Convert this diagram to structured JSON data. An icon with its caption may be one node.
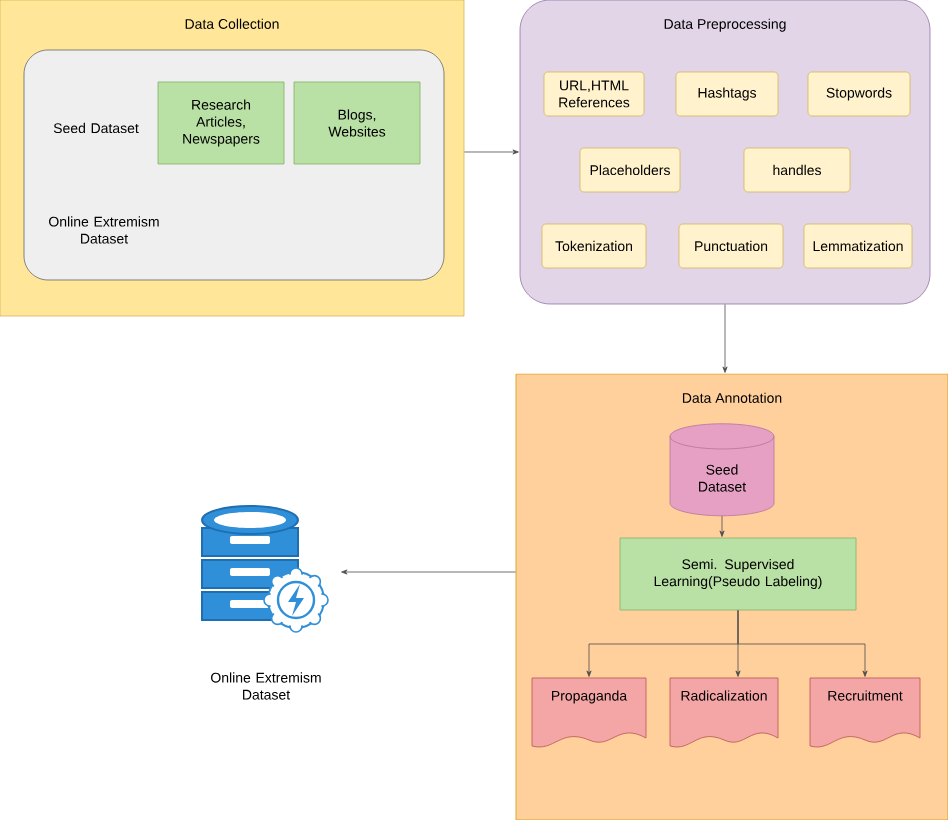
{
  "diagram": {
    "nodes": [
      {
        "text": [
          "Data Collection"
        ]
      },
      {
        "text": [
          "Seed Dataset",
          "Online Extremism Dataset"
        ],
        "in": 0
      },
      {
        "text": [
          "Research Articles, Newspapers"
        ],
        "in": 1
      },
      {
        "text": [
          "Blogs, Websites"
        ],
        "in": 1
      },
      {
        "text": [
          "Data Preprocessing"
        ]
      },
      {
        "text": [
          "URL,HTML References"
        ],
        "in": 4
      },
      {
        "text": [
          "Hashtags"
        ],
        "in": 4
      },
      {
        "text": [
          "Stopwords"
        ],
        "in": 4
      },
      {
        "text": [
          "Placeholders"
        ],
        "in": 4
      },
      {
        "text": [
          "handles"
        ],
        "in": 4
      },
      {
        "text": [
          "Tokenization"
        ],
        "in": 4
      },
      {
        "text": [
          "Punctuation"
        ],
        "in": 4
      },
      {
        "text": [
          "Lemmatization"
        ],
        "in": 4
      },
      {
        "text": [
          "Data Annotation"
        ]
      },
      {
        "text": [
          "Seed Dataset"
        ],
        "in": 13
      },
      {
        "text": [
          "Semi. Supervised Learning(Pseudo Labeling)"
        ],
        "in": 13
      },
      {
        "text": [
          "Propaganda"
        ],
        "in": 13
      },
      {
        "text": [
          "Radicalization"
        ],
        "in": 13
      },
      {
        "text": [
          "Recruitment"
        ],
        "in": 13
      },
      {
        "text": [
          "Online Extremism Dataset"
        ]
      }
    ],
    "edges": [
      {
        "from": 0,
        "to": 4,
        "arrow": "to"
      },
      {
        "from": 4,
        "to": 13,
        "arrow": "to"
      },
      {
        "from": 13,
        "to": 19,
        "arrow": "to"
      },
      {
        "from": 14,
        "to": 15,
        "arrow": "to"
      },
      {
        "from": 15,
        "to": 16,
        "arrow": "to"
      },
      {
        "from": 15,
        "to": 17,
        "arrow": "to"
      },
      {
        "from": 15,
        "to": 18,
        "arrow": "to"
      }
    ]
  }
}
